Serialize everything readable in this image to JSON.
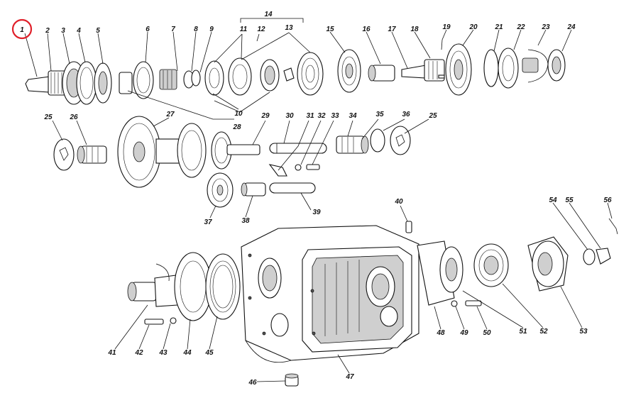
{
  "diagram": {
    "highlight_color": "#e0202a",
    "line_color": "#111111",
    "highlighted_label": "1",
    "callouts": [
      "1",
      "2",
      "3",
      "4",
      "5",
      "6",
      "7",
      "8",
      "9",
      "10",
      "11",
      "12",
      "13",
      "14",
      "15",
      "16",
      "17",
      "18",
      "19",
      "20",
      "21",
      "22",
      "23",
      "24",
      "25",
      "25",
      "26",
      "27",
      "28",
      "29",
      "30",
      "31",
      "32",
      "33",
      "34",
      "35",
      "36",
      "37",
      "38",
      "39",
      "40",
      "41",
      "42",
      "43",
      "44",
      "45",
      "46",
      "47",
      "48",
      "49",
      "50",
      "51",
      "52",
      "53",
      "54",
      "55",
      "56"
    ]
  }
}
